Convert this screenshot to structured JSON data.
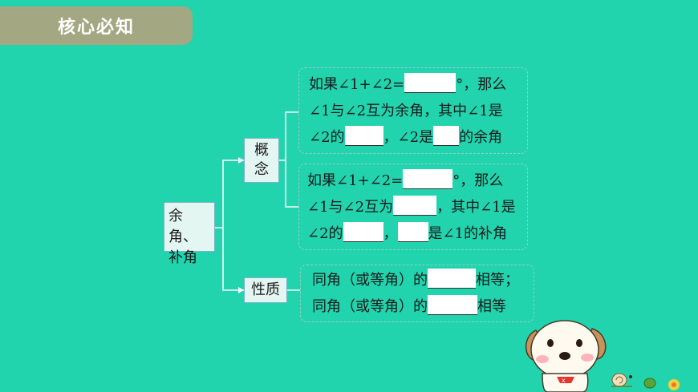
{
  "header": {
    "title": "核心必知"
  },
  "map": {
    "root": {
      "line1": "余角、",
      "line2": "补角"
    },
    "concept": {
      "char1": "概",
      "char2": "念"
    },
    "property": {
      "label": "性质"
    },
    "complement": {
      "l1a": "如果∠1+∠2=",
      "l1b": "°，那么",
      "l2": "∠1与∠2互为余角，其中∠1是",
      "l3a": "∠2的",
      "l3b": "，∠2是",
      "l3c": "的余角"
    },
    "supplement": {
      "l1a": "如果∠1+∠2=",
      "l1b": "°，那么",
      "l2a": "∠1与∠2互为",
      "l2b": "，其中∠1是",
      "l3a": "∠2的",
      "l3b": "，",
      "l3c": "是∠1的补角"
    },
    "props": {
      "l1a": "同角（或等角）的",
      "l1b": "相等；",
      "l2a": "同角（或等角）的",
      "l2b": "相等"
    }
  },
  "colors": {
    "background": "#22d4ae",
    "tab": "#a3a882",
    "node_fill": "#e3f6f1",
    "connector": "#ffffff"
  },
  "icons": [
    "cartoon-dog",
    "snail",
    "leaf",
    "flower"
  ]
}
